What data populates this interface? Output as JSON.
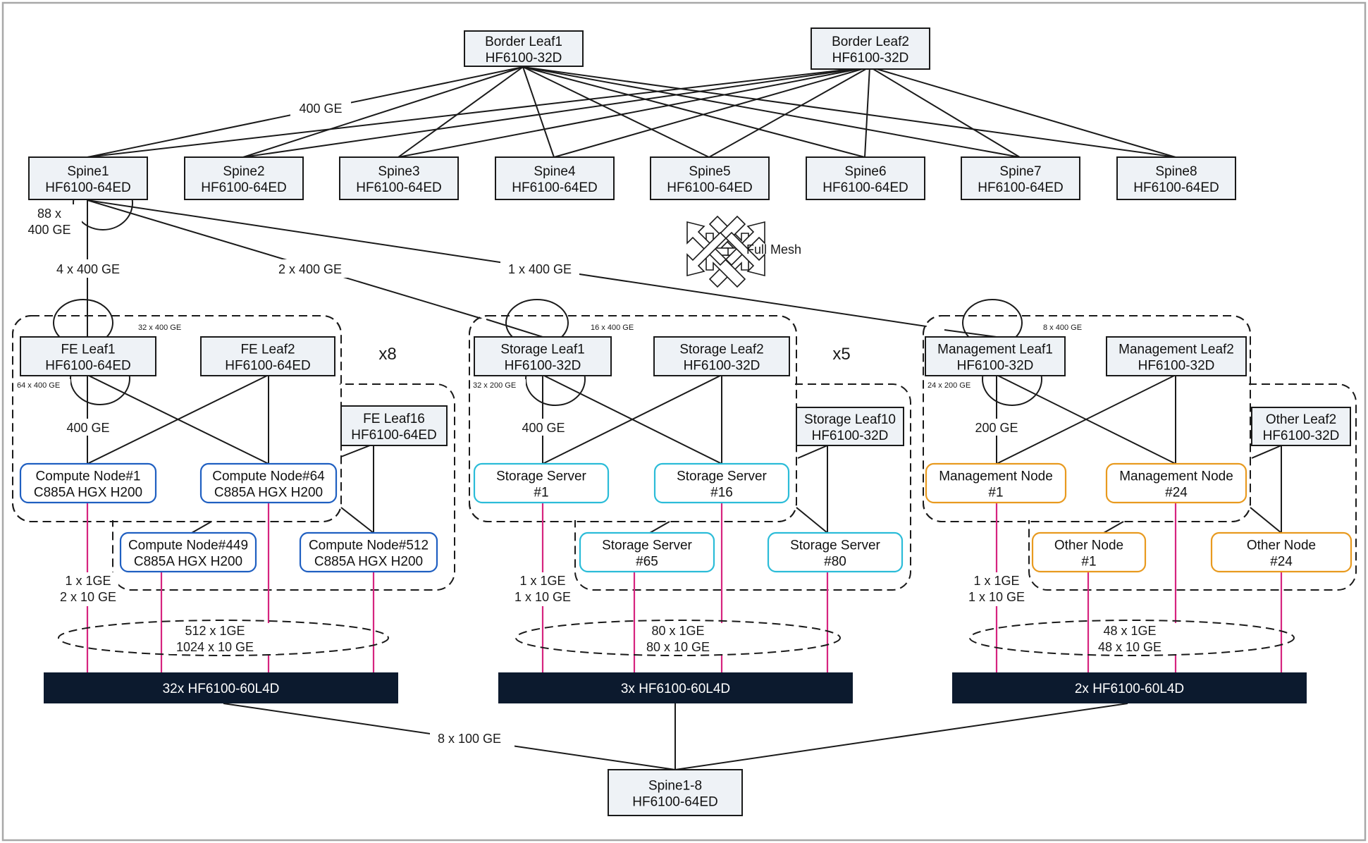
{
  "diagram": {
    "colors": {
      "line": "#1a1a1a",
      "mgmt_link": "#d6247f",
      "switch_fill": "#eef2f6",
      "compute_border": "#1f5fc1",
      "storage_border": "#2bbcd8",
      "management_border": "#e89a1f",
      "bar_fill": "#0c1a2e",
      "frame": "#a8a8a8"
    },
    "border_leaves": [
      {
        "name": "Border Leaf1",
        "model": "HF6100-32D"
      },
      {
        "name": "Border Leaf2",
        "model": "HF6100-32D"
      }
    ],
    "spines": [
      {
        "name": "Spine1",
        "model": "HF6100-64ED"
      },
      {
        "name": "Spine2",
        "model": "HF6100-64ED"
      },
      {
        "name": "Spine3",
        "model": "HF6100-64ED"
      },
      {
        "name": "Spine4",
        "model": "HF6100-64ED"
      },
      {
        "name": "Spine5",
        "model": "HF6100-64ED"
      },
      {
        "name": "Spine6",
        "model": "HF6100-64ED"
      },
      {
        "name": "Spine7",
        "model": "HF6100-64ED"
      },
      {
        "name": "Spine8",
        "model": "HF6100-64ED"
      }
    ],
    "labels": {
      "border_uplink": "400 GE",
      "spine1_ports_a": "88 x",
      "spine1_ports_b": "400 GE",
      "full_mesh": "Full Mesh",
      "to_fe": "4 x 400 GE",
      "to_storage": "2 x 400 GE",
      "to_mgmt": "1 x 400 GE",
      "oob_uplink": "8 x 100 GE"
    },
    "groups": {
      "fe": {
        "multiplier": "x8",
        "bundle_label": "32 x 400 GE",
        "leaf_ports_label": "64 x 400 GE",
        "node_link_label": "400 GE",
        "leaves": [
          {
            "name": "FE Leaf1",
            "model": "HF6100-64ED"
          },
          {
            "name": "FE Leaf2",
            "model": "HF6100-64ED"
          },
          {
            "name": "FE Leaf16",
            "model": "HF6100-64ED"
          }
        ],
        "nodes": [
          {
            "name": "Compute Node#1",
            "model": "C885A HGX H200"
          },
          {
            "name": "Compute Node#64",
            "model": "C885A HGX H200"
          },
          {
            "name": "Compute Node#449",
            "model": "C885A HGX H200"
          },
          {
            "name": "Compute Node#512",
            "model": "C885A HGX H200"
          }
        ],
        "mgmt_link_a": "1 x 1GE",
        "mgmt_link_b": "2 x 10 GE",
        "total_a": "512 x 1GE",
        "total_b": "1024 x 10 GE",
        "bar": "32x HF6100-60L4D"
      },
      "storage": {
        "multiplier": "x5",
        "bundle_label": "16 x 400 GE",
        "leaf_ports_label": "32 x 200 GE",
        "node_link_label": "400 GE",
        "leaves": [
          {
            "name": "Storage Leaf1",
            "model": "HF6100-32D"
          },
          {
            "name": "Storage Leaf2",
            "model": "HF6100-32D"
          },
          {
            "name": "Storage Leaf10",
            "model": "HF6100-32D"
          }
        ],
        "nodes": [
          {
            "name": "Storage Server",
            "model": "#1"
          },
          {
            "name": "Storage Server",
            "model": "#16"
          },
          {
            "name": "Storage Server",
            "model": "#65"
          },
          {
            "name": "Storage Server",
            "model": "#80"
          }
        ],
        "mgmt_link_a": "1 x 1GE",
        "mgmt_link_b": "1 x 10 GE",
        "total_a": "80 x 1GE",
        "total_b": "80 x 10 GE",
        "bar": "3x HF6100-60L4D"
      },
      "management": {
        "multiplier": "",
        "bundle_label": "8 x 400 GE",
        "leaf_ports_label": "24 x 200 GE",
        "node_link_label": "200 GE",
        "leaves": [
          {
            "name": "Management Leaf1",
            "model": "HF6100-32D"
          },
          {
            "name": "Management Leaf2",
            "model": "HF6100-32D"
          },
          {
            "name": "Other Leaf2",
            "model": "HF6100-32D"
          }
        ],
        "nodes": [
          {
            "name": "Management Node",
            "model": "#1"
          },
          {
            "name": "Management Node",
            "model": "#24"
          },
          {
            "name": "Other Node",
            "model": "#1"
          },
          {
            "name": "Other Node",
            "model": "#24"
          }
        ],
        "mgmt_link_a": "1 x 1GE",
        "mgmt_link_b": "1 x 10 GE",
        "total_a": "48 x 1GE",
        "total_b": "48 x 10 GE",
        "bar": "2x HF6100-60L4D"
      }
    },
    "oob_spine": {
      "name": "Spine1-8",
      "model": "HF6100-64ED"
    }
  }
}
